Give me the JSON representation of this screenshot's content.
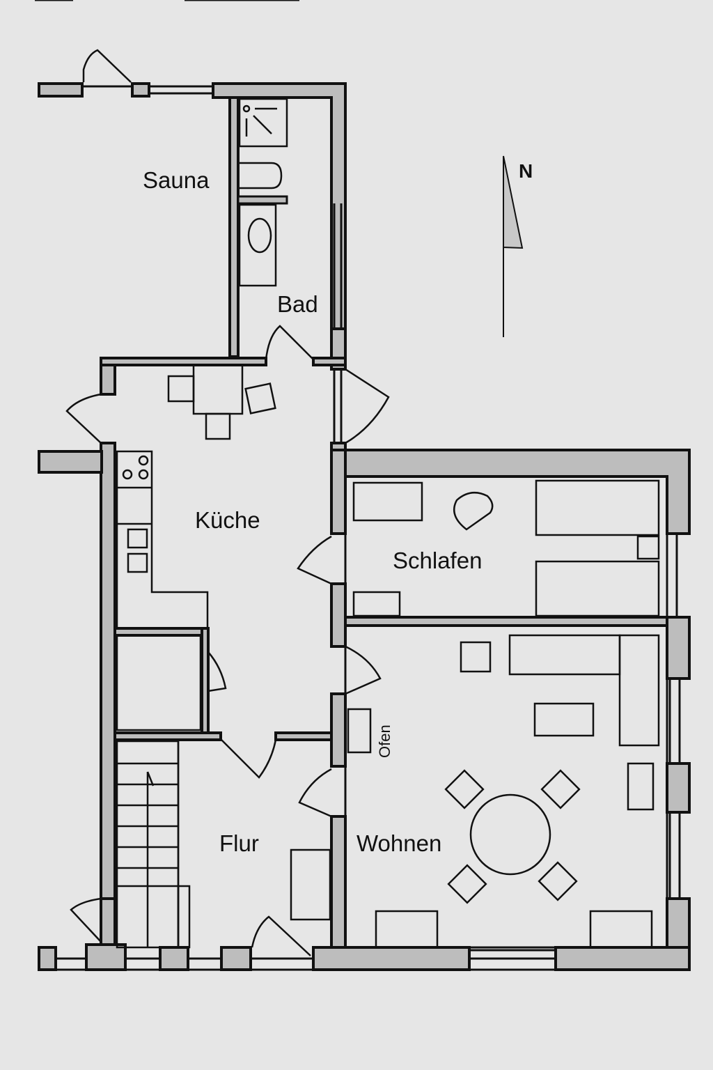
{
  "plan": {
    "background": "#e6e6e6",
    "wall_fill": "#bdbdbd",
    "line_color": "#111111",
    "north_label": "N",
    "rooms": [
      {
        "id": "sauna",
        "label": "Sauna"
      },
      {
        "id": "bad",
        "label": "Bad"
      },
      {
        "id": "kueche",
        "label": "Küche"
      },
      {
        "id": "schlafen",
        "label": "Schlafen"
      },
      {
        "id": "flur",
        "label": "Flur"
      },
      {
        "id": "wohnen",
        "label": "Wohnen"
      }
    ],
    "fixtures": {
      "ofen": "Ofen"
    }
  }
}
